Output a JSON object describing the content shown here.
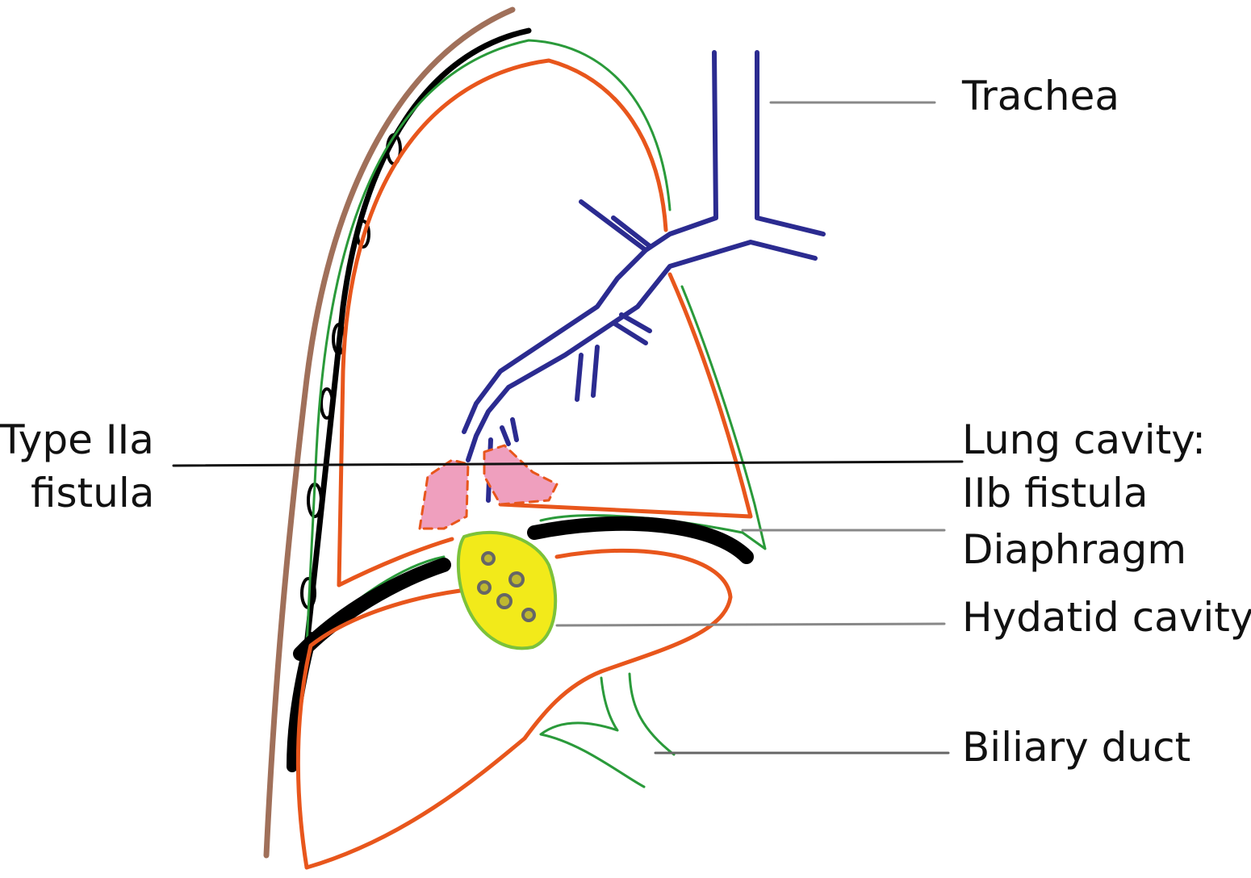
{
  "labels": {
    "trachea": "Trachea",
    "type_iia_line1": "Type IIa",
    "type_iia_line2": "fistula",
    "lung_cavity_line1": "Lung cavity:",
    "lung_cavity_line2": "IIb fistula",
    "diaphragm": "Diaphragm",
    "hydatid_cavity": "Hydatid cavity",
    "biliary_duct": "Biliary duct"
  },
  "colors": {
    "chest_wall": "#a0705a",
    "rib": "#000000",
    "pleura": "#2a9a3a",
    "lung": "#e8561c",
    "bronchi": "#2b2b90",
    "cavity": "#ef9fbe",
    "hydatid": "#f2ea1a"
  }
}
